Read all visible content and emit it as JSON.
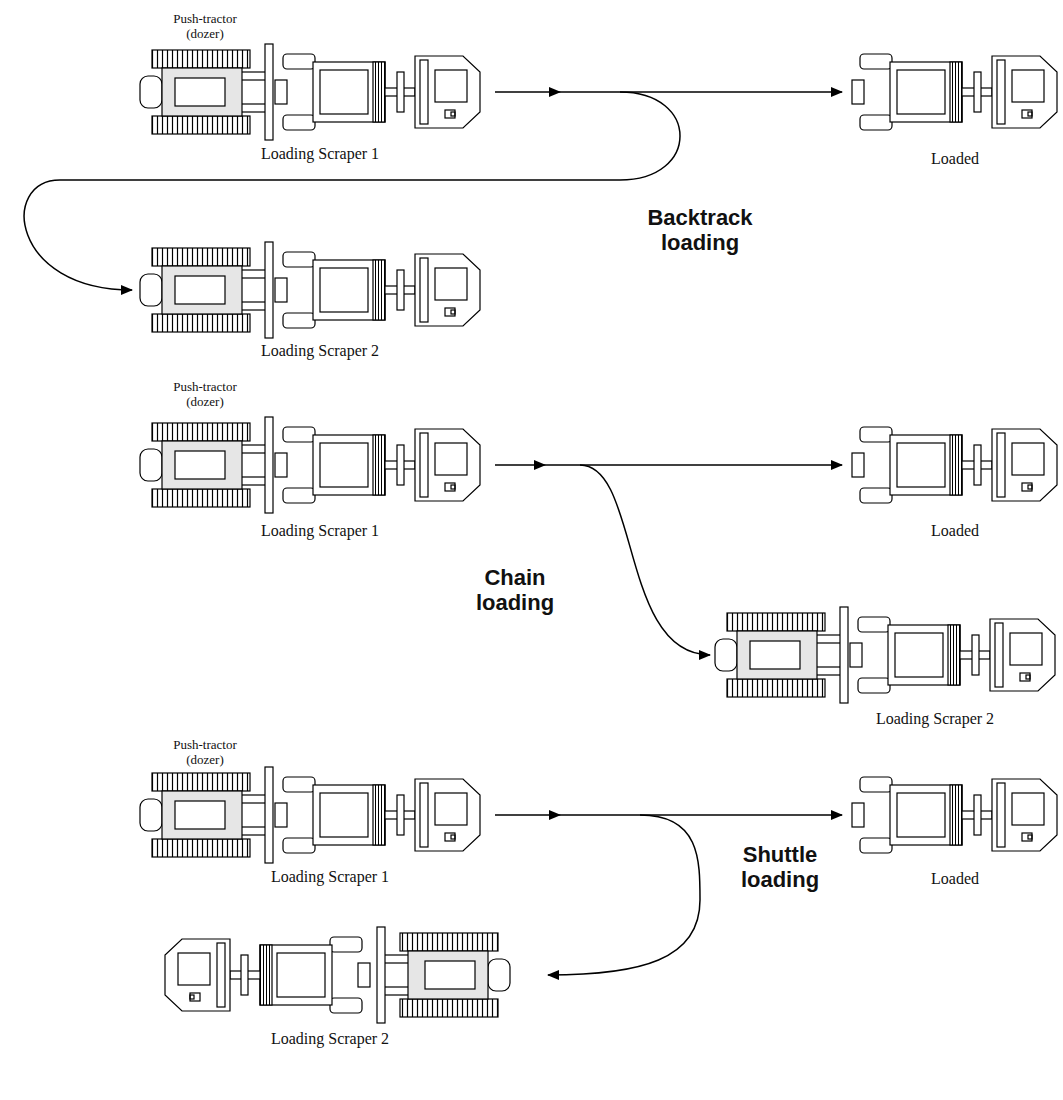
{
  "diagram": {
    "labels": [
      "Push-tractor (dozer)",
      "Loading Scraper 1",
      "Loaded",
      "Backtrack loading",
      "Loading Scraper 2",
      "Push-tractor (dozer)",
      "Loading Scraper 1",
      "Loaded",
      "Chain loading",
      "Loading Scraper 2",
      "Push-tractor (dozer)",
      "Loading Scraper 1",
      "Loaded",
      "Shuttle loading",
      "Loading Scraper 2"
    ]
  }
}
